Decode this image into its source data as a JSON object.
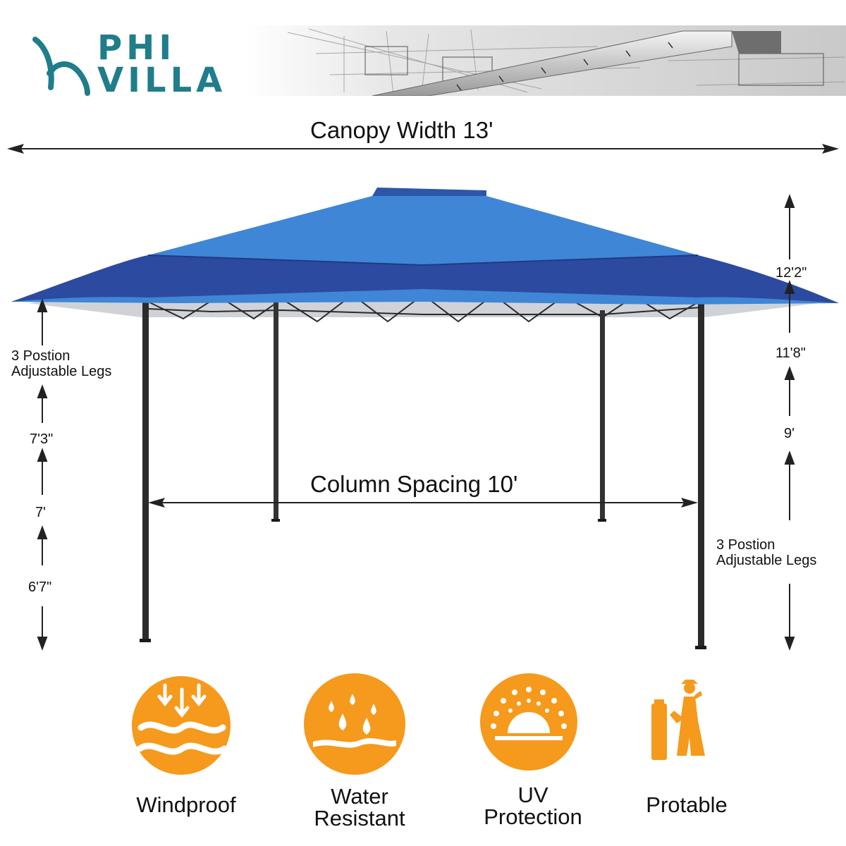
{
  "brand": {
    "line1": "PHI",
    "line2": "VILLA"
  },
  "dimensions": {
    "canopy_width": "Canopy Width 13'",
    "column_spacing": "Column Spacing 10'",
    "left_legs": {
      "line1": "3 Postion",
      "line2": "Adjustable Legs"
    },
    "right_legs": {
      "line1": "3 Postion",
      "line2": "Adjustable Legs"
    },
    "left_heights": [
      "7'3\"",
      "7'",
      "6'7\""
    ],
    "right_heights": [
      "12'2\"",
      "11'8\"",
      "9'"
    ]
  },
  "features": [
    {
      "label": "Windproof",
      "icon": "wind-icon"
    },
    {
      "label": "Water\nResistant",
      "icon": "water-drops-icon"
    },
    {
      "label": "UV\nProtection",
      "icon": "sun-icon"
    },
    {
      "label": "Protable",
      "icon": "person-with-bag-icon"
    }
  ],
  "colors": {
    "canopy_top": "#3f86d6",
    "canopy_valance": "#2c4aa0",
    "feature_orange": "#f59a1c",
    "logo_teal": "#1f7d8c"
  }
}
